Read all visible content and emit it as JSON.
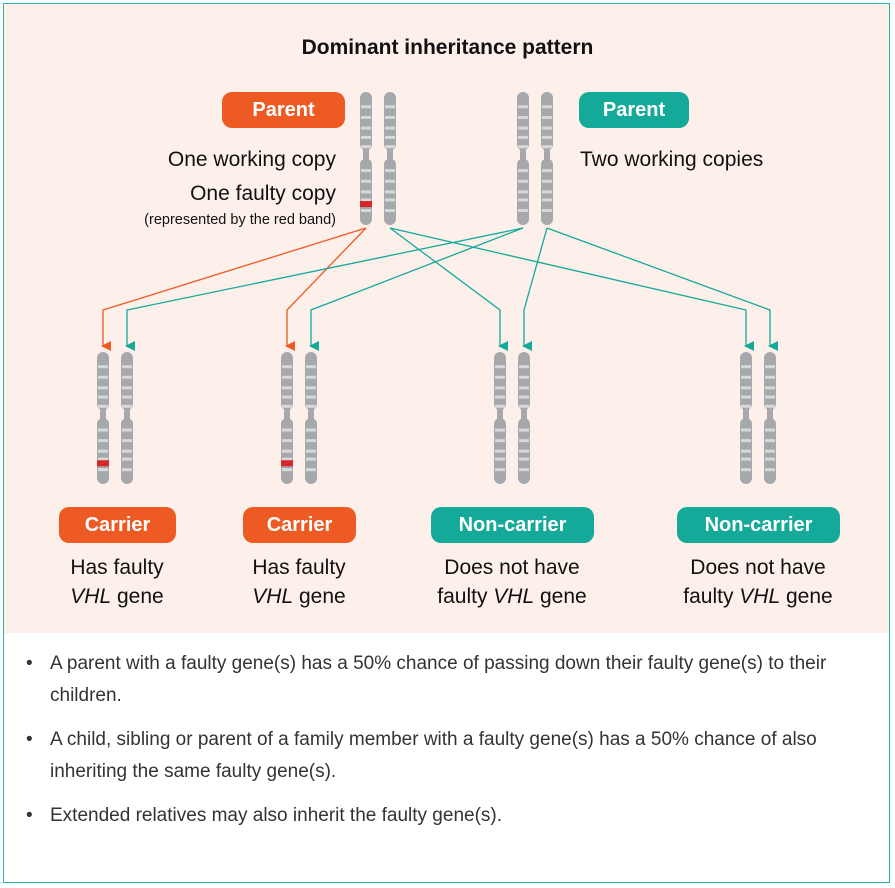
{
  "title": "Dominant inheritance pattern",
  "colors": {
    "orange": "#ee5a24",
    "teal": "#15a99a",
    "faulty_band": "#d6262a",
    "panel_bg": "#fdf0eb"
  },
  "parents": [
    {
      "badge": "Parent",
      "color": "orange",
      "line1": "One working copy",
      "line2": "One faulty copy",
      "note": "(represented by the red band)"
    },
    {
      "badge": "Parent",
      "color": "teal",
      "line1": "Two working copies"
    }
  ],
  "children": [
    {
      "badge": "Carrier",
      "color": "orange",
      "desc_pre": "Has faulty",
      "desc_em": "VHL",
      "desc_post": "gene",
      "faulty": true
    },
    {
      "badge": "Carrier",
      "color": "orange",
      "desc_pre": "Has faulty",
      "desc_em": "VHL",
      "desc_post": "gene",
      "faulty": true
    },
    {
      "badge": "Non-carrier",
      "color": "teal",
      "desc_pre": "Does not have",
      "desc_em": "faulty VHL",
      "desc_post": "gene",
      "faulty": false
    },
    {
      "badge": "Non-carrier",
      "color": "teal",
      "desc_pre": "Does not have",
      "desc_em": "faulty VHL",
      "desc_post": "gene",
      "faulty": false
    }
  ],
  "bullets": [
    "A parent with a faulty gene(s) has a 50% chance of passing down their faulty gene(s) to their children.",
    "A child, sibling or parent of a family member with a faulty gene(s) has a 50% chance of also inheriting the same faulty gene(s).",
    "Extended relatives may also inherit the faulty gene(s)."
  ]
}
